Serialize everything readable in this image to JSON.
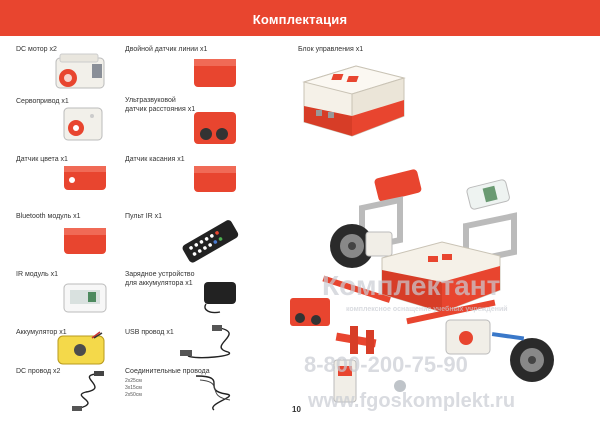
{
  "header": {
    "title": "Комплектация"
  },
  "items": {
    "dc_motor": "DC мотор x2",
    "line_sensor": "Двойной датчик линии x1",
    "control_block": "Блок управления x1",
    "servo": "Сервопривод x1",
    "ultrasonic_1": "Ультразвуковой",
    "ultrasonic_2": "датчик расстояния x1",
    "color_sensor": "Датчик цвета x1",
    "touch_sensor": "Датчик касания x1",
    "bluetooth": "Bluetooth модуль x1",
    "ir_remote": "Пульт IR x1",
    "ir_module": "IR модуль x1",
    "charger_1": "Зарядное устройство",
    "charger_2": "для аккумулятора x1",
    "battery": "Аккумулятор x1",
    "usb_cable": "USB провод x1",
    "dc_cable": "DC провод x2",
    "wires": "Соединительные провода",
    "wire_sizes": [
      "2x25см",
      "3x15см",
      "2x50см"
    ]
  },
  "page_number": "10",
  "watermark": {
    "name": "Комплектант",
    "tagline": "комплексное оснащение учебных учреждений",
    "phone": "8-800-200-75-90",
    "site": "www.fgoskomplekt.ru"
  },
  "colors": {
    "accent": "#e8452f"
  }
}
